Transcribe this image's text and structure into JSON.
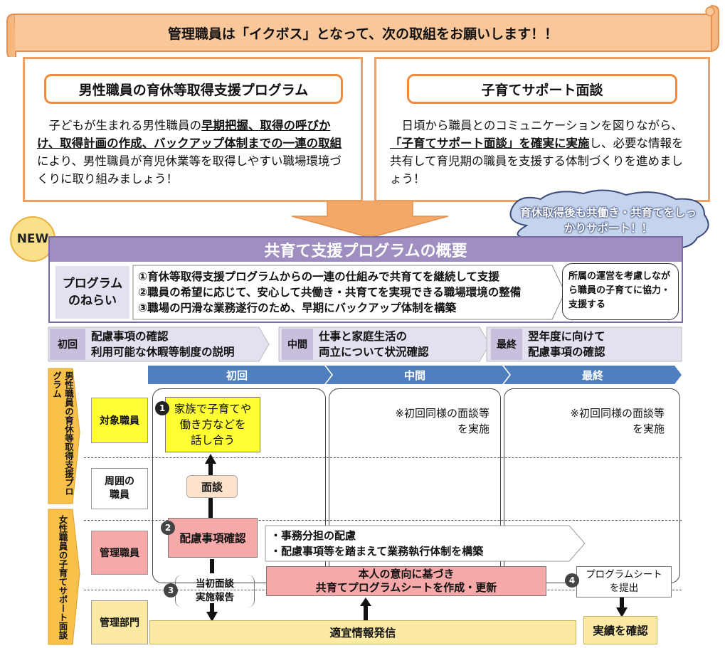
{
  "banner": {
    "title": "管理職員は「イクボス」となって、次の取組をお願いします！！"
  },
  "left_panel": {
    "title": "男性職員の育休等取得支援プログラム",
    "body": [
      {
        "t": "子どもが生まれる男性職員の",
        "b": false
      },
      {
        "t": "早期把握、取得の呼びかけ、取得計画の作成、バックアップ体制までの一連の取組",
        "b": true
      },
      {
        "t": "により、男性職員が育児休業等を取得しやすい職場環境づくりに取り組みましょう！",
        "b": false
      }
    ]
  },
  "right_panel": {
    "title": "子育てサポート面談",
    "body": [
      {
        "t": "日頃から職員とのコミュニケーションを図りながら、",
        "b": false
      },
      {
        "t": "「子育てサポート面談」を確実に実施",
        "b": true
      },
      {
        "t": "し、必要な情報を共有して育児期の職員を支援する体制づくりを進めましょう！",
        "b": false
      }
    ]
  },
  "cloud": {
    "text": "育休取得後も共働き・共育てをしっかりサポート！！"
  },
  "new_badge": "NEW",
  "overview": {
    "title": "共育て支援プログラムの概要",
    "aim_label": "プログラムのねらい",
    "aims": [
      "①育休等取得支援プログラムからの一連の仕組みで共育てを継続して支援",
      "②職員の希望に応じて、安心して共働き・共育てを実現できる職場環境の整備",
      "③職場の円滑な業務遂行のため、早期にバックアップ体制を構築"
    ],
    "note": "所属の運営を考慮しながら職員の子育てに協力・支援する"
  },
  "stages": [
    {
      "tag": "初回",
      "text": "配慮事項の確認\n利用可能な休暇等制度の説明"
    },
    {
      "tag": "中間",
      "text": "仕事と家庭生活の\n両立について状況確認"
    },
    {
      "tag": "最終",
      "text": "翌年度に向けて\n配慮事項の確認"
    }
  ],
  "timeline": [
    "初回",
    "中間",
    "最終"
  ],
  "side_labels": {
    "male": "男性職員の育休等取得支援プログラム",
    "female": "女性職員の子育てサポート面談"
  },
  "rows": [
    "対象職員",
    "周囲の\n職員",
    "管理職員",
    "管理部門"
  ],
  "flow": {
    "step1": "家族で子育てや\n働き方などを\n話し合う",
    "mid_note": "※初回同様の面談等\nを実施",
    "final_note": "※初回同様の面談等\nを実施",
    "interview": "面談",
    "step2": "配慮事項確認",
    "tasks": "・事務分担の配慮\n・配慮事項等を踏まえて業務執行体制を構築",
    "step3": "当初面談\n実施報告",
    "sheet": "本人の意向に基づき\n共育てプログラムシートを作成・更新",
    "submit": "プログラムシート\nを提出",
    "info": "適宜情報発信",
    "confirm": "実績を確認",
    "nums": [
      "1",
      "2",
      "3",
      "4"
    ]
  },
  "colors": {
    "orange": "#f08a3c",
    "purple": "#9e8fc0",
    "lavender": "#e5e0f0",
    "blue": "#4f7fbf",
    "yellow": "#ffff33",
    "pink": "#f7a8a8",
    "cream": "#fbe9a4",
    "peach": "#fde2cc"
  }
}
